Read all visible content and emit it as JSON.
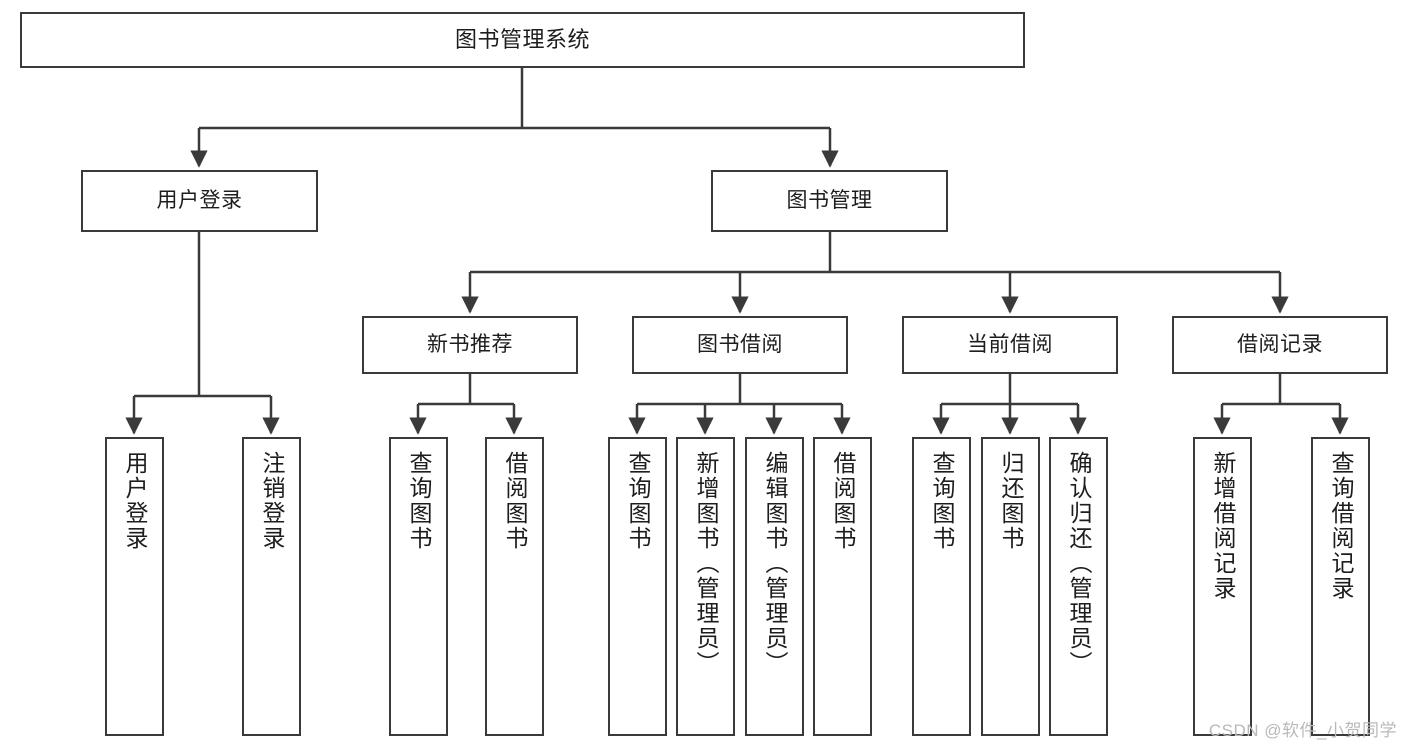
{
  "diagram": {
    "title": "图书管理系统",
    "watermark": "CSDN @软件_小贺同学",
    "line_color": "#3a3a3a",
    "text_color": "#1d1d1d",
    "background": "#ffffff"
  },
  "nodes": {
    "root": {
      "label": "图书管理系统"
    },
    "level2": [
      {
        "label": "用户登录"
      },
      {
        "label": "图书管理"
      }
    ],
    "level3": [
      {
        "label": "新书推荐"
      },
      {
        "label": "图书借阅"
      },
      {
        "label": "当前借阅"
      },
      {
        "label": "借阅记录"
      }
    ],
    "leaves": {
      "user_login": [
        {
          "label": "用户登录"
        },
        {
          "label": "注销登录"
        }
      ],
      "new_books": [
        {
          "label": "查询图书"
        },
        {
          "label": "借阅图书"
        }
      ],
      "borrow": [
        {
          "label": "查询图书"
        },
        {
          "label": "新增图书（管理员）"
        },
        {
          "label": "编辑图书（管理员）"
        },
        {
          "label": "借阅图书"
        }
      ],
      "current": [
        {
          "label": "查询图书"
        },
        {
          "label": "归还图书"
        },
        {
          "label": "确认归还（管理员）"
        }
      ],
      "records": [
        {
          "label": "新增借阅记录"
        },
        {
          "label": "查询借阅记录"
        }
      ]
    }
  }
}
